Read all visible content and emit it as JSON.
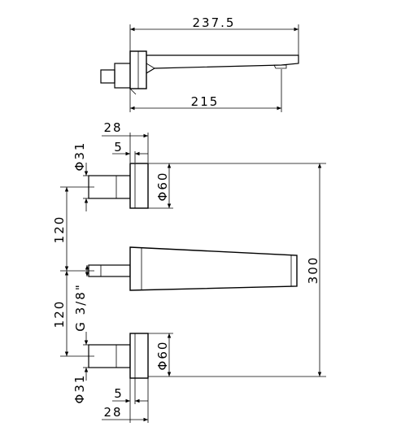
{
  "drawing": {
    "top_view": {
      "overall_length": "237.5",
      "spout_projection": "215"
    },
    "front_view": {
      "top_valve_depth": "28",
      "top_valve_offset": "5",
      "top_stem_diameter": "Φ31",
      "top_rosette_diameter": "Φ60",
      "upper_spacing": "120",
      "lower_spacing": "120",
      "connection_thread": "G 3/8\"",
      "bottom_stem_diameter": "Φ31",
      "bottom_rosette_diameter": "Φ60",
      "bottom_valve_offset": "5",
      "bottom_valve_depth": "28",
      "total_height": "300"
    }
  }
}
